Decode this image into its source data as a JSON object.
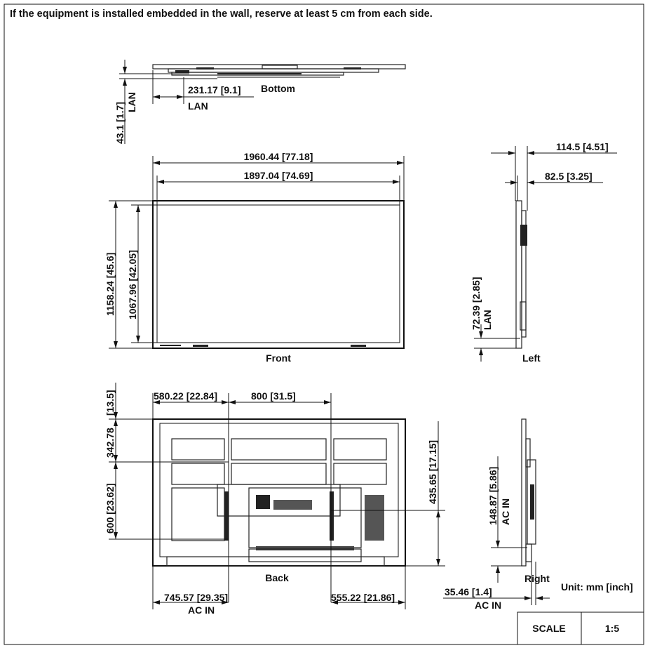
{
  "header": {
    "note": "If the equipment is installed embedded in the wall,  reserve at least 5 cm from each side."
  },
  "views": {
    "bottom": {
      "label": "Bottom",
      "dim_lan_horizontal": "231.17  [9.1]",
      "lan_label": "LAN",
      "dim_lan_vertical": "43.1  [1.7]",
      "lan_label_vertical": "LAN"
    },
    "front": {
      "label": "Front",
      "width_outer": "1960.44  [77.18]",
      "width_inner": "1897.04  [74.69]",
      "height_outer": "1158.24  [45.6]",
      "height_inner": "1067.96  [42.05]"
    },
    "left": {
      "label": "Left",
      "depth_total": "114.5  [4.51]",
      "depth_body": "82.5  [3.25]",
      "dim_lan": "72.39  [2.85]",
      "lan_label": "LAN"
    },
    "back": {
      "label": "Back",
      "dim_left_mount": "580.22  [22.84]",
      "dim_mount_spacing_h": "800  [31.5]",
      "dim_top": "[13.5]",
      "dim_top_mount": "342.78",
      "dim_mount_spacing_v": "600  [23.62]",
      "dim_right_height": "435.65  [17.15]",
      "dim_ac_in_left": "745.57  [29.35]",
      "ac_in_label": "AC IN",
      "dim_right_bottom": "555.22  [21.86]"
    },
    "right": {
      "label": "Right",
      "dim_ac_in_vertical": "148.87  [5.86]",
      "ac_in_label_vertical": "AC IN",
      "dim_ac_in_depth": "35.46  [1.4]",
      "ac_in_label": "AC IN"
    }
  },
  "unit": "Unit: mm [inch]",
  "scale_table": {
    "label": "SCALE",
    "value": "1:5"
  }
}
